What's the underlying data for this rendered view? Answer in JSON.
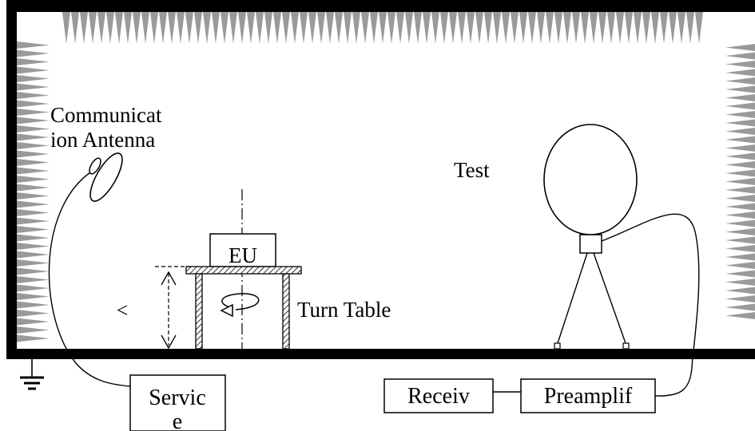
{
  "labels": {
    "communication_antenna_line1": "Communicat",
    "communication_antenna_line2": "ion Antenna",
    "test_antenna": "Test",
    "eut": "EU",
    "turn_table": "Turn Table",
    "height_marker": "<",
    "service_line1": "Servic",
    "service_line2": "e",
    "receiver": "Receiv",
    "preamplifier": "Preamplif"
  },
  "colors": {
    "wall": "#000000",
    "absorber": "#9a9a9a",
    "background": "#ffffff"
  },
  "icons": {
    "ground": "ground-symbol-icon",
    "absorber": "absorber-cone-icon"
  }
}
